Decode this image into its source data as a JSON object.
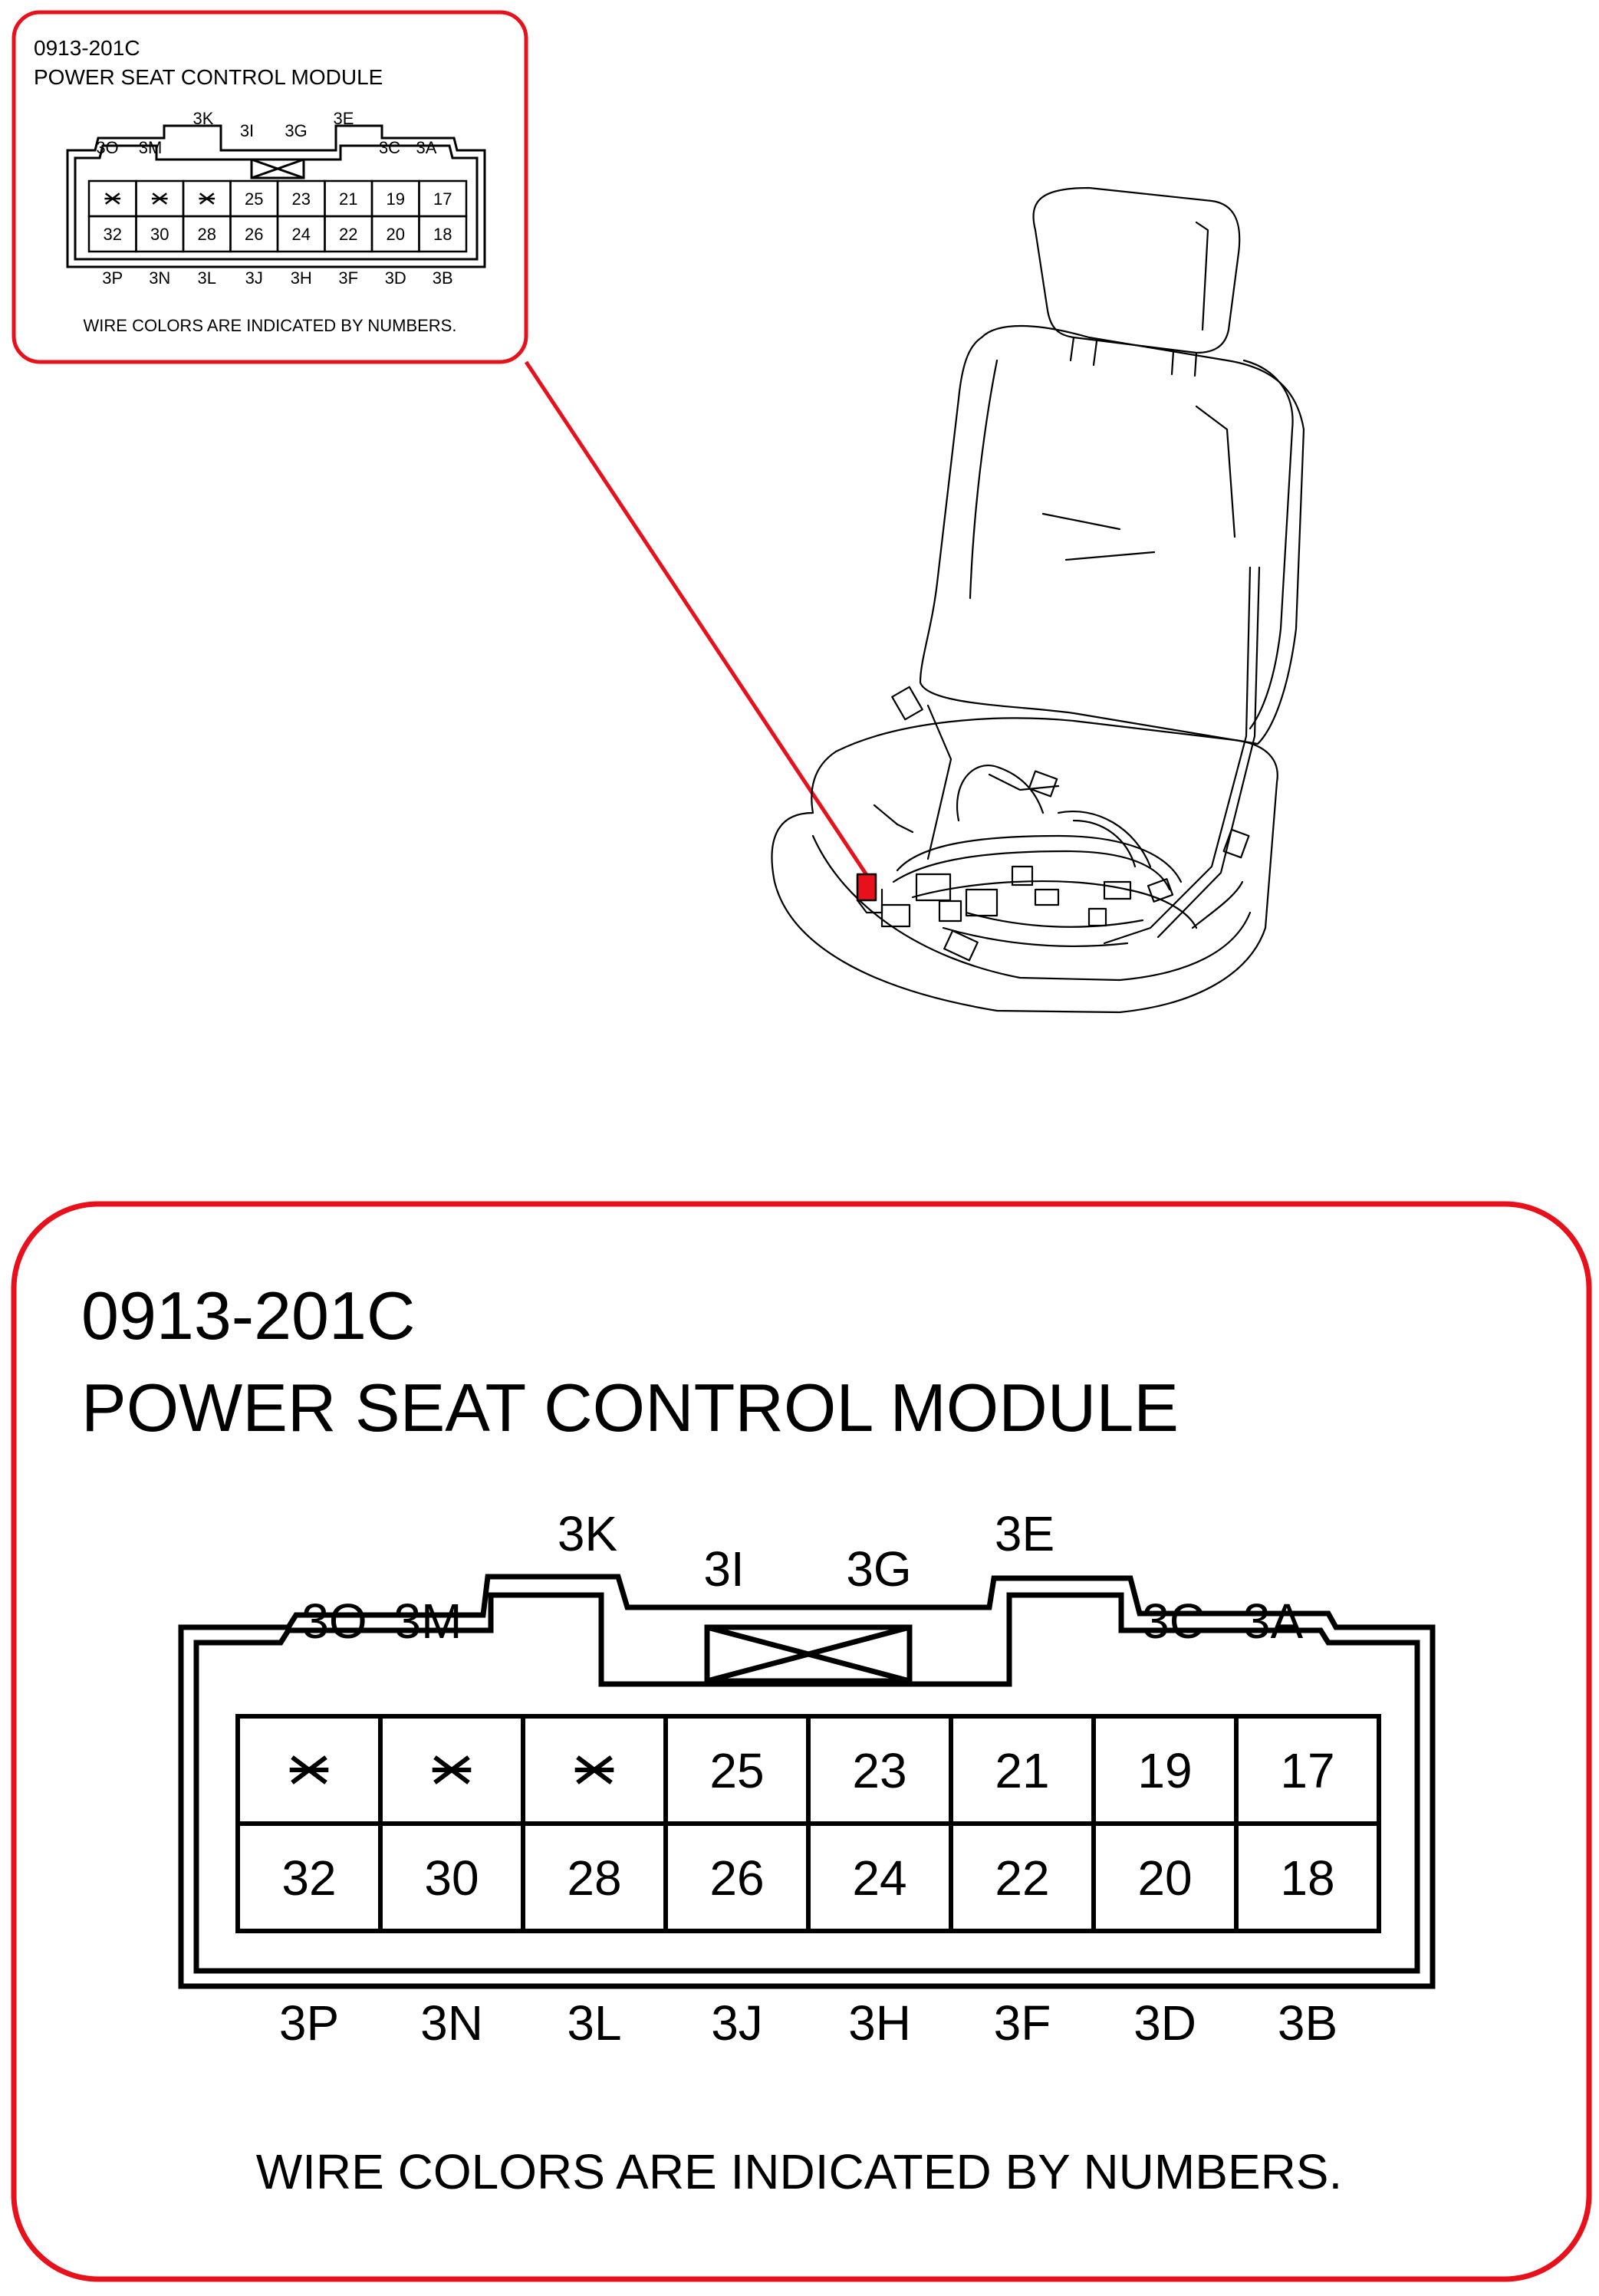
{
  "connector": {
    "code": "0913-201C",
    "name": "POWER SEAT CONTROL MODULE",
    "note": "WIRE COLORS ARE INDICATED BY NUMBERS.",
    "top_labels": {
      "3O": "3O",
      "3M": "3M",
      "3K": "3K",
      "3I": "3I",
      "3G": "3G",
      "3E": "3E",
      "3C": "3C",
      "3A": "3A"
    },
    "bottom_labels": [
      "3P",
      "3N",
      "3L",
      "3J",
      "3H",
      "3F",
      "3D",
      "3B"
    ],
    "row1": [
      "*",
      "*",
      "*",
      "25",
      "23",
      "21",
      "19",
      "17"
    ],
    "row2": [
      "32",
      "30",
      "28",
      "26",
      "24",
      "22",
      "20",
      "18"
    ]
  },
  "colors": {
    "callout": "#e8101a",
    "line": "#000000"
  },
  "icons": {
    "seat": "power-seat-illustration",
    "locator": "connector-location-marker"
  }
}
